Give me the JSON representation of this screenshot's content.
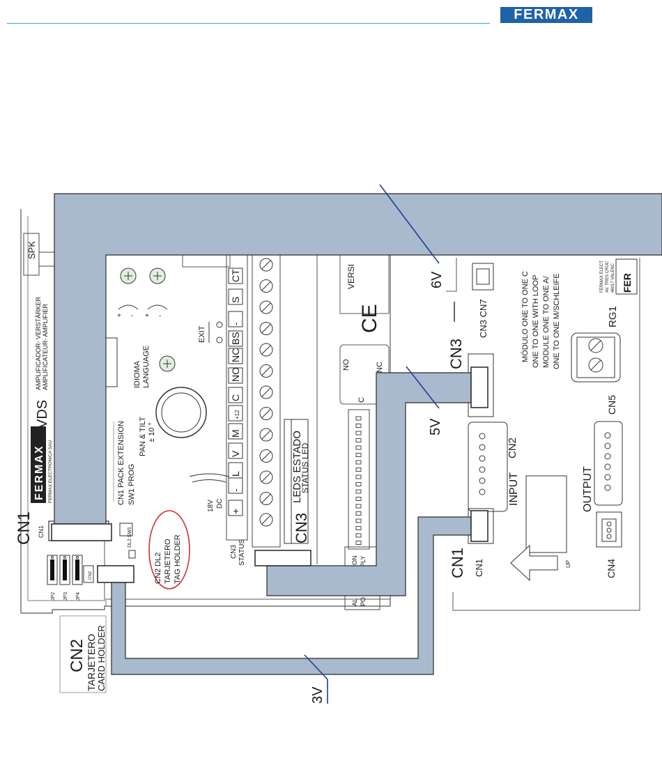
{
  "header": {
    "brand": "FERMAX"
  },
  "colors": {
    "cable": "#a9bace",
    "cable_stroke": "#2b2b2b",
    "pointer": "#1f3d99",
    "rule": "#3aa6d6",
    "logo_bg": "#1f62a8",
    "tag_circle": "#d0312d"
  },
  "labels": {
    "cn1_big": "CN1",
    "cn2_big": "CN2",
    "tarjetero": "TARJETERO",
    "card_holder": "CARD HOLDER",
    "spk": "SPK",
    "vds": "VDS",
    "amp1": "AMPLIFICADOR- VERSTÄRKER",
    "amp2": "AMPLIFICATEUR- AMPLIFIER",
    "fermax_board": "FERMAX",
    "fermax_sau": "FERMAX ELECTRONICA SAU",
    "cn1_pack": "CN1  PACK EXTENSION",
    "sw1_prog": "SW1  PROG",
    "cn1_small": "CN1",
    "cn2_small": "CN2",
    "dl2_sw1": "DL2 SW1",
    "jp2": "JP2",
    "jp3": "JP3",
    "jp4": "JP4",
    "tag1": "CN2 DL2",
    "tag2": "TARJETERO",
    "tag3": "TAG HOLDER",
    "idioma": "IDIOMA",
    "language": "LANGUAGE",
    "pan_tilt": "PAN & TILT",
    "pan_deg": "± 10 °",
    "exit": "EXIT",
    "dc18": "18V",
    "dc": "DC",
    "cn3_status1": "CN3",
    "cn3_status2": "STATUS",
    "leds1": "LEDS ESTADO",
    "leds2": "STATUS LED",
    "cn3_box": "CN3",
    "terminals": [
      "+",
      "-",
      "L",
      "V",
      "M",
      "+12",
      "C",
      "NO",
      "NC",
      "BS",
      "-",
      "S",
      "CT"
    ],
    "versi": "VERSI",
    "ce": "CE",
    "no": "NO",
    "c": "C",
    "nc": "NC",
    "cion": "CION",
    "pply": "PPLY",
    "au": "AL",
    "po": "PO",
    "v6": "6V",
    "v5": "5V",
    "v3": "3V",
    "cn3_right": "CN3",
    "cn3_cn7": "CN3 CN7",
    "cn2_right": "CN2",
    "input": "INPUT",
    "cn1_right_big": "CN1",
    "cn1_right_small": "CN1",
    "output": "OUTPUT",
    "cn5": "CN5",
    "cn4": "CN4",
    "rg1": "RG1",
    "up": "UP",
    "mod1": "MÓDULO ONE TO ONE C",
    "mod2": "ONE TO ONE WITH LOOP",
    "mod3": "MODULE ONE TO ONE A/",
    "mod4": "ONE TO ONE M/SCHLEIFE",
    "fe1": "FERMAX ELECT",
    "fe2": "AV. TRES CRUC",
    "fe3": "46017 VALENC",
    "fer_logo": "FER"
  }
}
